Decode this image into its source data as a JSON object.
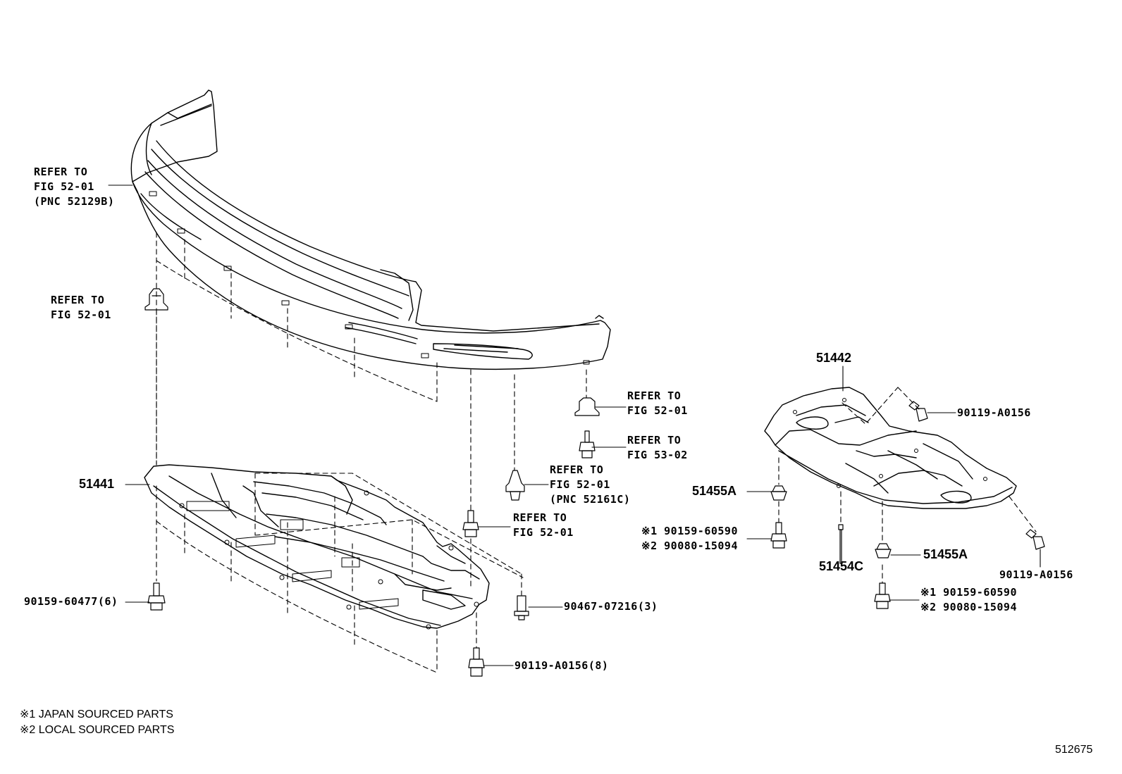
{
  "labels": {
    "refer_bumper": [
      "REFER TO",
      "FIG 52-01",
      "(PNC 52129B)"
    ],
    "refer_clip_left": [
      "REFER TO",
      "FIG 52-01"
    ],
    "refer_clip_right": [
      "REFER TO",
      "FIG 52-01"
    ],
    "refer_bolt_right": [
      "REFER TO",
      "FIG 53-02"
    ],
    "refer_pushpin": [
      "REFER TO",
      "FIG 52-01",
      "(PNC 52161C)"
    ],
    "refer_screw_mid": [
      "REFER TO",
      "FIG 52-01"
    ],
    "part_51441": "51441",
    "part_51442": "51442",
    "part_51455a_left": "51455A",
    "part_51455a_right": "51455A",
    "part_51454c": "51454C",
    "bolt_90159_60477": "90159-60477(6)",
    "bolt_90467_07216": "90467-07216(3)",
    "bolt_90119_a0156_8": "90119-A0156(8)",
    "bolt_90119_a0156_top": "90119-A0156",
    "bolt_90119_a0156_right": "90119-A0156",
    "alt_left": [
      "※1 90159-60590",
      "※2 90080-15094"
    ],
    "alt_right": [
      "※1 90159-60590",
      "※2 90080-15094"
    ]
  },
  "notes": [
    "※1 JAPAN SOURCED PARTS",
    "※2 LOCAL SOURCED PARTS"
  ],
  "figure_id": "512675"
}
